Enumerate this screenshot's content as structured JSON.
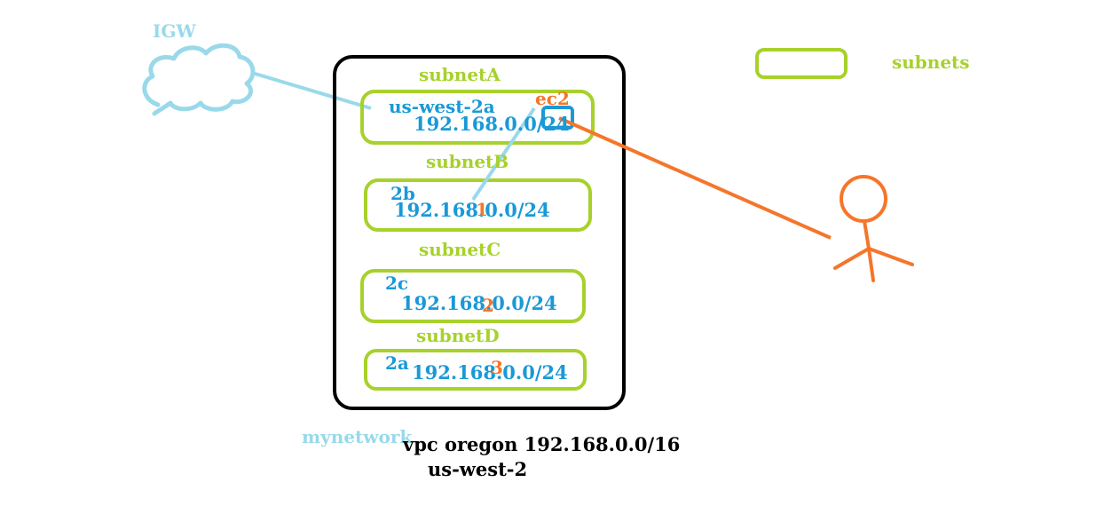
{
  "legend": {
    "label": "subnets"
  },
  "igw": {
    "label": "IGW"
  },
  "vpc": {
    "network_label": "mynetwork",
    "title": "vpc oregon 192.168.0.0/16",
    "region": "us-west-2"
  },
  "subnets": [
    {
      "name": "subnetA",
      "az": "us-west-2a",
      "cidr": "192.168.0.0/24"
    },
    {
      "name": "subnetB",
      "az": "2b",
      "cidr": "192.168.0.0/24",
      "digit": "1"
    },
    {
      "name": "subnetC",
      "az": "2c",
      "cidr": "192.168.0.0/24",
      "digit": "2"
    },
    {
      "name": "subnetD",
      "az": "2a",
      "cidr": "192.168.0.0/24",
      "digit": "3"
    }
  ],
  "instance": {
    "label": "ec2"
  },
  "colors": {
    "subnet": "#a7d12b",
    "text_blue": "#1a99d6",
    "orange": "#f5762a",
    "igw": "#99d9ea",
    "vpc_border": "#000000"
  }
}
